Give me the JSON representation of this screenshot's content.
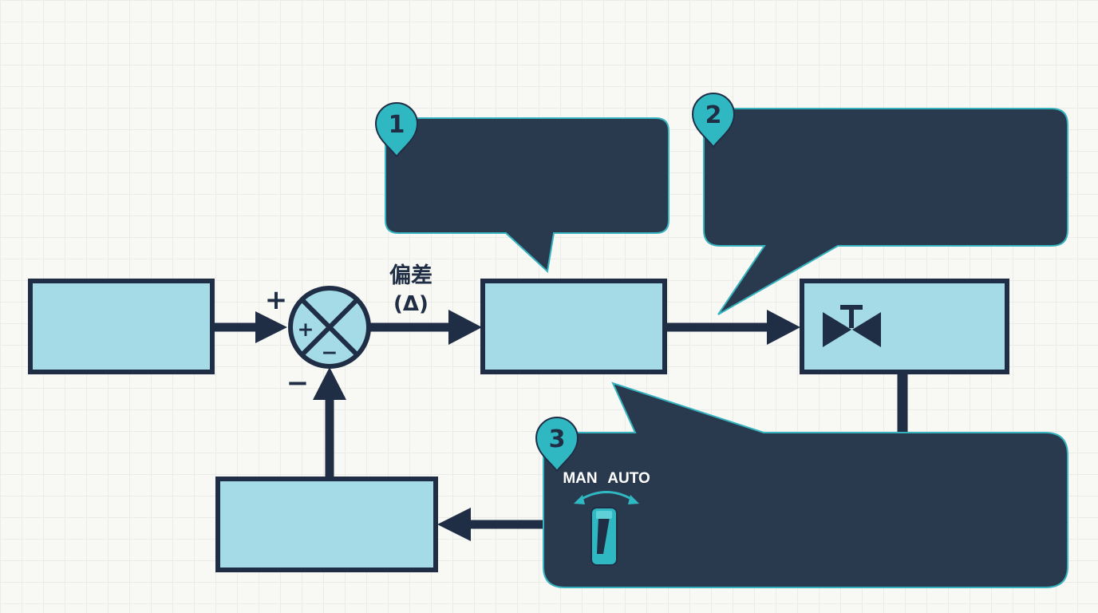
{
  "diagram": {
    "error_label": "偏差",
    "error_symbol": "(Δ)",
    "sum_plus_sign": "+",
    "sum_minus_sign": "−",
    "junction_inner_plus": "+",
    "junction_inner_minus": "−",
    "callouts": [
      {
        "number": "1"
      },
      {
        "number": "2"
      },
      {
        "number": "3"
      }
    ],
    "mode_switch": {
      "manual_label": "MAN",
      "auto_label": "AUTO"
    },
    "colors": {
      "block_fill": "#a4dbe6",
      "outline": "#1f2e45",
      "callout_fill": "#2a3a4e",
      "callout_border": "#36b3be",
      "marker": "#2fb7c2"
    },
    "icons": {
      "valve": "valve-icon",
      "summing_junction": "summing-junction-icon",
      "mode_switch": "toggle-switch-icon"
    }
  }
}
